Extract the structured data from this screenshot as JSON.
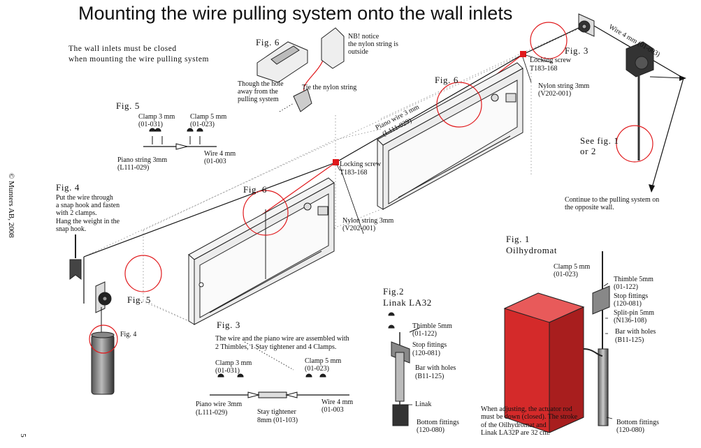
{
  "title": "Mounting the wire pulling system onto the wall inlets",
  "copyright": "© Munters AB, 2008",
  "page_number": "5",
  "intro": [
    "The wall inlets must be closed",
    "when mounting the wire pulling system"
  ],
  "fig6_top": {
    "label": "Fig. 6",
    "nb_note": [
      "NB! notice",
      "the nylon string is",
      "outside"
    ],
    "hole_note": [
      "Though the hole",
      "away from the",
      "pulling system"
    ],
    "tie_note": "Tie the nylon string"
  },
  "fig5_top": {
    "label": "Fig. 5",
    "clamp3": [
      "Clamp 3 mm",
      "(01-031)"
    ],
    "clamp5": [
      "Clamp 5 mm",
      "(01-023)"
    ],
    "wire4": [
      "Wire 4 mm",
      "(01-003"
    ],
    "piano": [
      "Piano string 3mm",
      "(L111-029)"
    ]
  },
  "fig4_text": {
    "label": "Fig. 4",
    "lines": [
      "Put the wire through",
      "a snap hook and fasten",
      "with 2 clamps.",
      "Hang the weight in the",
      "snap hook."
    ]
  },
  "fig6_mid_label": "Fig. 6",
  "fig6_right_label": "Fig. 6",
  "fig5_mid_label": "Fig. 5",
  "fig4_small_label": "Fig. 4",
  "locking_screw_mid": [
    "Locking screw",
    "T183-168"
  ],
  "nylon_mid": [
    "Nylon string 3mm",
    "(V202-001)"
  ],
  "piano_diag": [
    "Piano wire 3 mm",
    "(L111-029)"
  ],
  "locking_screw_right": [
    "Locking screw",
    "T183-168"
  ],
  "nylon_right": [
    "Nylon string 3mm",
    "(V202-001)"
  ],
  "fig3_top_label": "Fig. 3",
  "wire4_diag": "Wire 4 mm (01-003)",
  "see_fig": [
    "See fig. 1",
    "or 2"
  ],
  "continue_note": [
    "Continue to the pulling system on",
    "the opposite wall."
  ],
  "fig3_bottom": {
    "label": "Fig. 3",
    "desc": [
      "The wire and the piano wire are assembled with",
      "2 Thimbles, 1 Stay tightener and 4 Clamps."
    ],
    "clamp3": [
      "Clamp 3 mm",
      "(01-031)"
    ],
    "clamp5": [
      "Clamp 5 mm",
      "(01-023)"
    ],
    "piano": [
      "Piano wire 3mm",
      "(L111-029)"
    ],
    "stay": [
      "Stay tightener",
      "8mm (01-103)"
    ],
    "wire4": [
      "Wire 4 mm",
      "(01-003"
    ]
  },
  "fig2": {
    "label": [
      "Fig.2",
      "Linak LA32"
    ],
    "thimble": [
      "Thimble 5mm",
      "(01-122)"
    ],
    "stop": [
      "Stop fittings",
      "(120-081)"
    ],
    "bar": [
      "Bar with holes",
      "(B11-125)"
    ],
    "linak": "Linak",
    "bottom": [
      "Bottom fittings",
      "(120-080)"
    ]
  },
  "fig1": {
    "label": [
      "Fig. 1",
      "Oilhydromat"
    ],
    "clamp5": [
      "Clamp 5 mm",
      "(01-023)"
    ],
    "thimble": [
      "Thimble 5mm",
      "(01-122)"
    ],
    "stop": [
      "Stop fittings",
      "(120-081)"
    ],
    "split": [
      "Split-pin 5mm",
      "(N136-108)"
    ],
    "bar": [
      "Bar with holes",
      "(B11-125)"
    ],
    "bottom": [
      "Bottom fittings",
      "(120-080)"
    ],
    "note": [
      "When adjusting, the actuator rod",
      "must be down (closed). The stroke",
      "of the Oilhydromat and",
      "Linak LA32P are 32 cm."
    ]
  },
  "colors": {
    "accent_red": "#e0191c",
    "actuator_red": "#d42a2a",
    "line": "#222222"
  }
}
